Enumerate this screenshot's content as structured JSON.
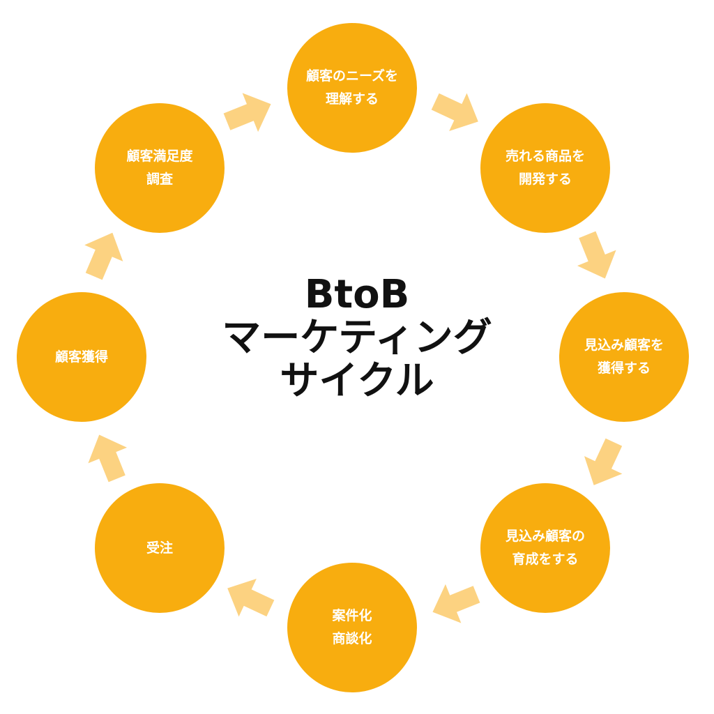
{
  "title": "BtoB\nマーケティング\nサイクル",
  "colors": {
    "node_fill": "#f8ad0f",
    "node_text": "#ffffff",
    "arrow": "#fcd281",
    "title_text": "#111111"
  },
  "cycle": [
    {
      "label": "顧客のニーズを\n理解する"
    },
    {
      "label": "売れる商品を\n開発する"
    },
    {
      "label": "見込み顧客を\n獲得する"
    },
    {
      "label": "見込み顧客の\n育成をする"
    },
    {
      "label": "案件化\n商談化"
    },
    {
      "label": "受注"
    },
    {
      "label": "顧客獲得"
    },
    {
      "label": "顧客満足度\n調査"
    }
  ]
}
